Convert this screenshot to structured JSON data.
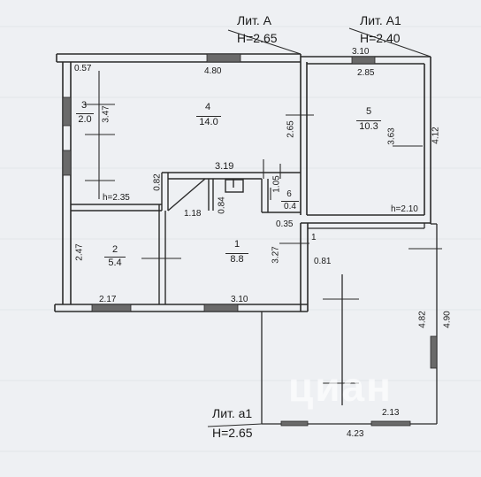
{
  "blocks": {
    "lit_a": {
      "label": "Лит. А",
      "height": "H=2.65"
    },
    "lit_a1": {
      "label": "Лит. А1",
      "height": "H=2.40"
    },
    "lit_a_small": {
      "label": "Лит. а1",
      "height": "H=2.65"
    }
  },
  "rooms": [
    {
      "number": "1",
      "area": "8.8"
    },
    {
      "number": "2",
      "area": "5.4"
    },
    {
      "number": "3",
      "area": "2.0"
    },
    {
      "number": "4",
      "area": "14.0"
    },
    {
      "number": "5",
      "area": "10.3"
    },
    {
      "number": "6",
      "area": "0.4"
    }
  ],
  "dimensions": {
    "d057": "0.57",
    "d480": "4.80",
    "d310_top": "3.10",
    "d285": "2.85",
    "d347": "3.47",
    "d265": "2.65",
    "d363": "3.63",
    "d412": "4.12",
    "d082": "0.82",
    "d319": "3.19",
    "d105": "1.05",
    "d118": "1.18",
    "d084": "0.84",
    "d035": "0.35",
    "h235": "h=2.35",
    "h210": "h=2.10",
    "d247": "2.47",
    "d327": "3.27",
    "d081": "0.81",
    "d217": "2.17",
    "d310_bottom": "3.10",
    "d482": "4.82",
    "d490": "4.90",
    "d213": "2.13",
    "d423": "4.23",
    "d1": "1"
  },
  "watermark": "циан",
  "colors": {
    "line": "#2a2a2a",
    "paper": "#eef0f3",
    "window": "#6a6a6a"
  }
}
